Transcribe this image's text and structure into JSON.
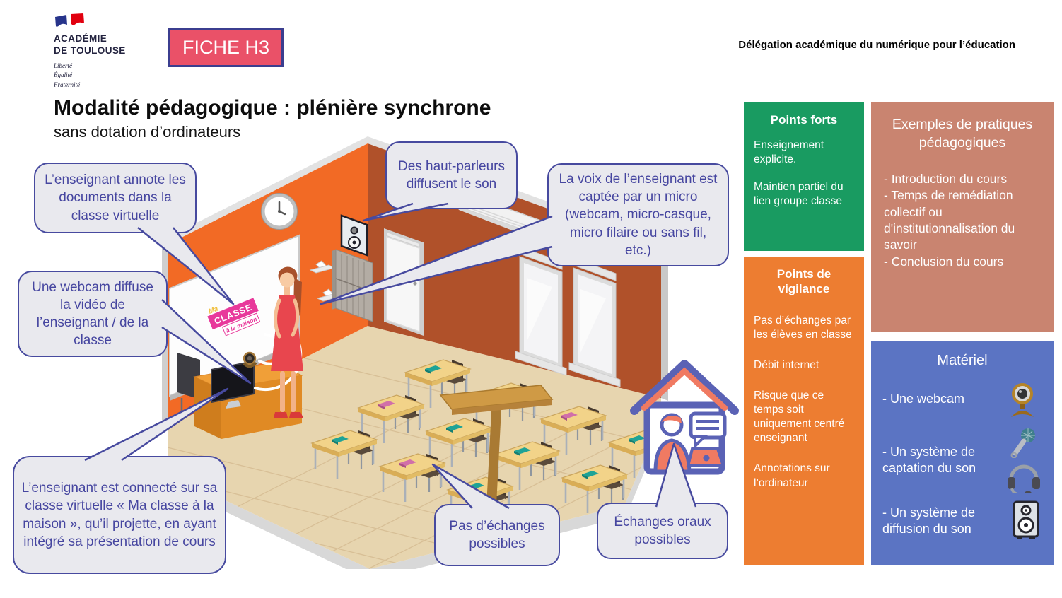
{
  "header": {
    "logo": {
      "line1": "ACADÉMIE",
      "line2": "DE TOULOUSE",
      "motto": [
        "Liberté",
        "Égalité",
        "Fraternité"
      ]
    },
    "badge_label": "FICHE H3",
    "org_label": "Délégation académique du numérique pour l’éducation"
  },
  "title": {
    "main": "Modalité pédagogique : plénière synchrone",
    "subtitle": "sans dotation d’ordinateurs"
  },
  "callouts": {
    "annotate": "L’enseignant annote les documents dans la classe virtuelle",
    "webcam": "Une webcam diffuse la vidéo de l’enseignant / de la classe",
    "connected": "L’enseignant est connecté sur sa classe virtuelle « Ma classe à la maison », qu’il projette, en ayant intégré sa présentation de cours",
    "speakers": "Des haut-parleurs diffusent le son",
    "voice": "La voix de l’enseignant est captée par un micro (webcam, micro-casque, micro filaire ou sans fil, etc.)",
    "no_exchanges": "Pas d’échanges possibles",
    "oral_exchanges": "Échanges oraux possibles"
  },
  "panels": {
    "strengths": {
      "title": "Points forts",
      "bg": "#199b61",
      "items": [
        "Enseignement explicite.",
        "Maintien partiel du lien groupe classe"
      ]
    },
    "vigilance": {
      "title": "Points de vigilance",
      "bg": "#ed7d31",
      "items": [
        "Pas d’échanges par les élèves en classe",
        "Débit internet",
        "Risque que ce temps soit uniquement centré enseignant",
        "Annotations sur l’ordinateur"
      ]
    },
    "examples": {
      "title": "Exemples de pratiques pédagogiques",
      "bg": "#c98470",
      "items": [
        "- Introduction du cours",
        "- Temps de remédiation collectif ou d'institutionnalisation du savoir",
        "- Conclusion du cours"
      ]
    },
    "equipment": {
      "title": "Matériel",
      "bg": "#5b74c3",
      "items": [
        {
          "label": "- Une webcam",
          "icon": "webcam-icon"
        },
        {
          "label": "- Un système de captation du son",
          "icon": "microphone-headset-icon"
        },
        {
          "label": "- Un système de diffusion du son",
          "icon": "speaker-icon"
        }
      ]
    }
  },
  "illustration": {
    "board_text": {
      "l1": "Ma",
      "l2": "CLASSE",
      "l3": "à la maison"
    }
  },
  "colors": {
    "badge_bg": "#ea5168",
    "badge_border": "#3b3e8f",
    "bubble_bg": "#e9e9ee",
    "bubble_border": "#474a9f",
    "bubble_text": "#4646a0",
    "panel_green": "#199b61",
    "panel_orange": "#ed7d31",
    "panel_salmon": "#c98470",
    "panel_blue": "#5b74c3",
    "wall_left": "#f26a25",
    "wall_right": "#b0512a",
    "floor": "#e7d5af",
    "house_outline": "#5a62b5",
    "house_accent": "#f07a62"
  }
}
